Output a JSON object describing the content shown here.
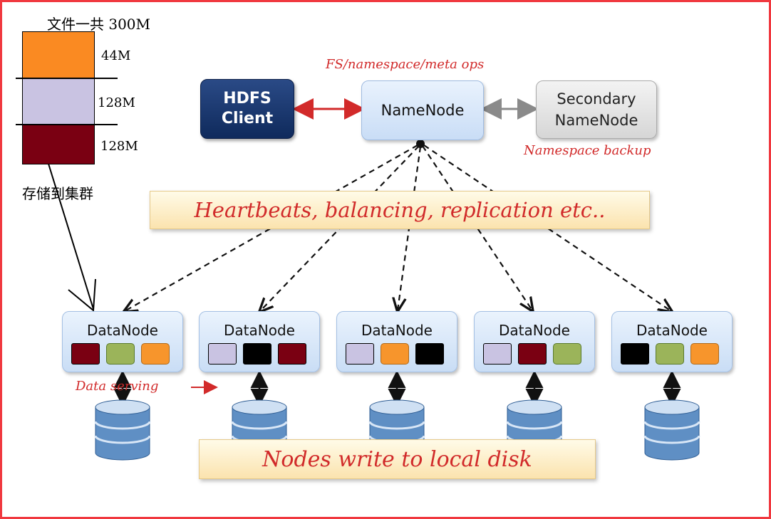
{
  "file": {
    "title": "文件一共 300M",
    "blocks": [
      {
        "size": "44M",
        "color": "#fa8a22"
      },
      {
        "size": "128M",
        "color": "#c9c3e2"
      },
      {
        "size": "128M",
        "color": "#7a0012"
      }
    ],
    "store_label": "存储到集群"
  },
  "client": {
    "label": "HDFS Client"
  },
  "namenode": {
    "label": "NameNode"
  },
  "secondary": {
    "label": "Secondary NameNode"
  },
  "annotations": {
    "fs_ops": "FS/namespace/meta ops",
    "backup": "Namespace backup",
    "heartbeats": "Heartbeats, balancing, replication etc..",
    "data_serving": "Data serving",
    "write_disk": "Nodes write to local disk"
  },
  "block_colors": {
    "maroon": "#7a0012",
    "green": "#9bb45a",
    "orange": "#f7952c",
    "lavender": "#c9c3e2",
    "black": "#000000"
  },
  "datanodes": [
    {
      "label": "DataNode",
      "blocks": [
        "maroon",
        "green",
        "orange"
      ]
    },
    {
      "label": "DataNode",
      "blocks": [
        "lavender",
        "black",
        "maroon"
      ]
    },
    {
      "label": "DataNode",
      "blocks": [
        "lavender",
        "orange",
        "black"
      ]
    },
    {
      "label": "DataNode",
      "blocks": [
        "lavender",
        "maroon",
        "green"
      ]
    },
    {
      "label": "DataNode",
      "blocks": [
        "black",
        "green",
        "orange"
      ]
    }
  ]
}
